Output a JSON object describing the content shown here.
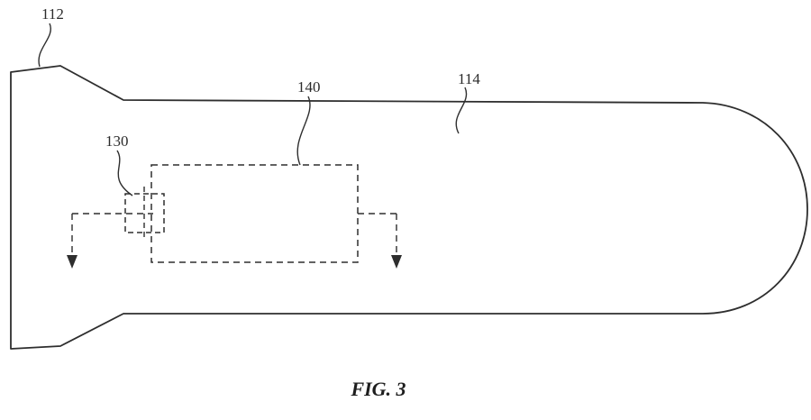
{
  "figure": {
    "caption": "FIG. 3",
    "labels": [
      {
        "text": "112"
      },
      {
        "text": "130"
      },
      {
        "text": "140"
      },
      {
        "text": "114"
      }
    ],
    "colors": {
      "line": "#2e2e2e",
      "background": "#ffffff"
    }
  }
}
